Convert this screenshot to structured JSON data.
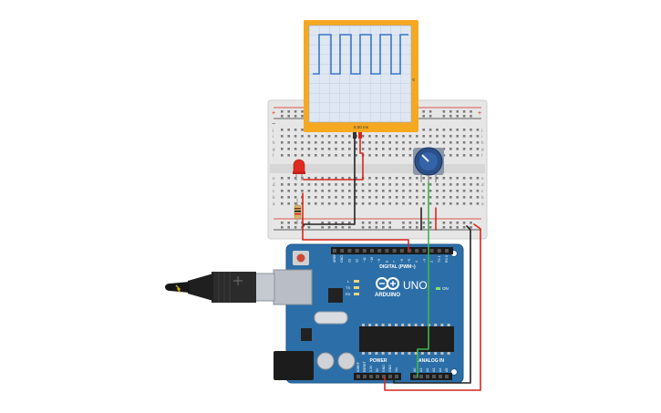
{
  "oscilloscope": {
    "time_scale": "8.00 ms",
    "side_label": "V",
    "frame_color": "#f6a821",
    "screen_color": "#dfe7f3",
    "trace_color": "#3a78c9"
  },
  "breadboard": {
    "row_letters_top": [
      "j",
      "i",
      "h",
      "g",
      "f"
    ],
    "row_letters_bottom": [
      "e",
      "d",
      "c",
      "b",
      "a"
    ],
    "column_numbers": [
      "1",
      "5",
      "10",
      "15",
      "20",
      "25",
      "30"
    ],
    "rail_plus": "+",
    "rail_minus": "−"
  },
  "arduino": {
    "brand": "ARDUINO",
    "model": "UNO",
    "digital_label": "DIGITAL (PWM~)",
    "power_label": "POWER",
    "analog_label": "ANALOG IN",
    "on_label": "ON",
    "led_labels": [
      "L",
      "TX",
      "RX"
    ],
    "digital_pins": [
      "AREF",
      "GND",
      "13",
      "12",
      "~11",
      "~10",
      "~9",
      "8",
      "7",
      "~6",
      "~5",
      "4",
      "~3",
      "2",
      "TX 1",
      "RX 0"
    ],
    "power_pins": [
      "IOREF",
      "RESET",
      "3.3V",
      "5V",
      "GND",
      "GND",
      "Vin"
    ],
    "analog_pins": [
      "A0",
      "A1",
      "A2",
      "A3",
      "A4",
      "A5"
    ],
    "board_color": "#2c6fa8"
  },
  "components": {
    "led": "led-red",
    "resistor": "resistor",
    "potentiometer": "potentiometer",
    "usb_cable": "usb-b-cable"
  },
  "wires": {
    "red": "#d9261c",
    "black": "#222222",
    "green": "#3fb54a"
  }
}
